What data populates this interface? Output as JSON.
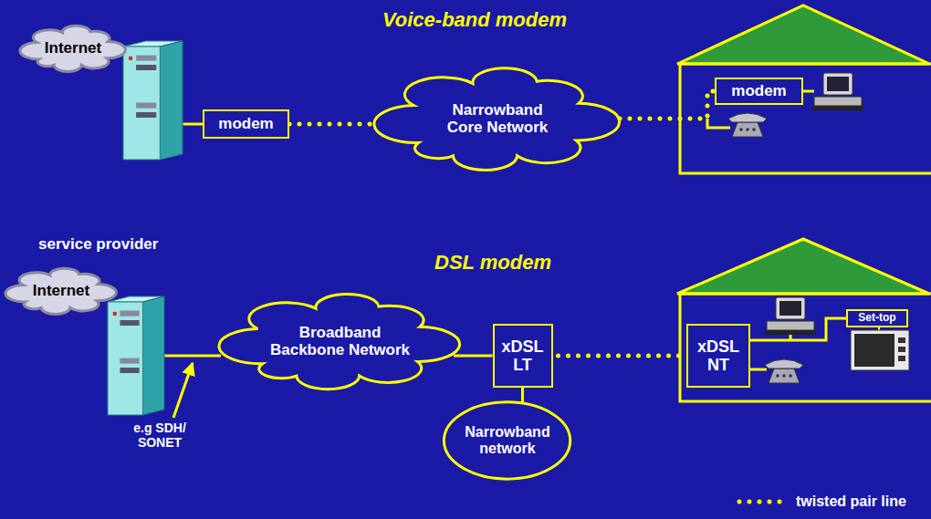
{
  "diagram": {
    "nodes": [
      {
        "text": [
          "Internet"
        ]
      },
      {
        "text": [
          "modem"
        ]
      },
      {
        "text": [
          "Narrowband Core Network"
        ]
      },
      {
        "text": [
          "modem"
        ]
      },
      {
        "text": [
          "Internet"
        ]
      },
      {
        "text": [
          "Broadband Backbone Network"
        ]
      },
      {
        "text": [
          "xDSL LT"
        ]
      },
      {
        "text": [
          "Narrowband network"
        ]
      },
      {
        "text": [
          "xDSL NT"
        ]
      },
      {
        "text": [
          "Set-top"
        ]
      }
    ],
    "edges": [
      {
        "from": 1,
        "to": 2,
        "arrow": "none"
      },
      {
        "from": 2,
        "to": 3,
        "arrow": "none"
      },
      {
        "from": 5,
        "to": 6,
        "arrow": "none"
      },
      {
        "from": 6,
        "to": 7,
        "arrow": "none"
      },
      {
        "from": 6,
        "to": 8,
        "arrow": "none"
      },
      {
        "from": 8,
        "to": 9,
        "arrow": "none"
      }
    ],
    "labels": [
      "Voice-band modem",
      "service provider",
      "DSL modem",
      "e.g SDH/ SONET"
    ],
    "legend": [
      {
        "text": "twisted pair line"
      }
    ]
  }
}
